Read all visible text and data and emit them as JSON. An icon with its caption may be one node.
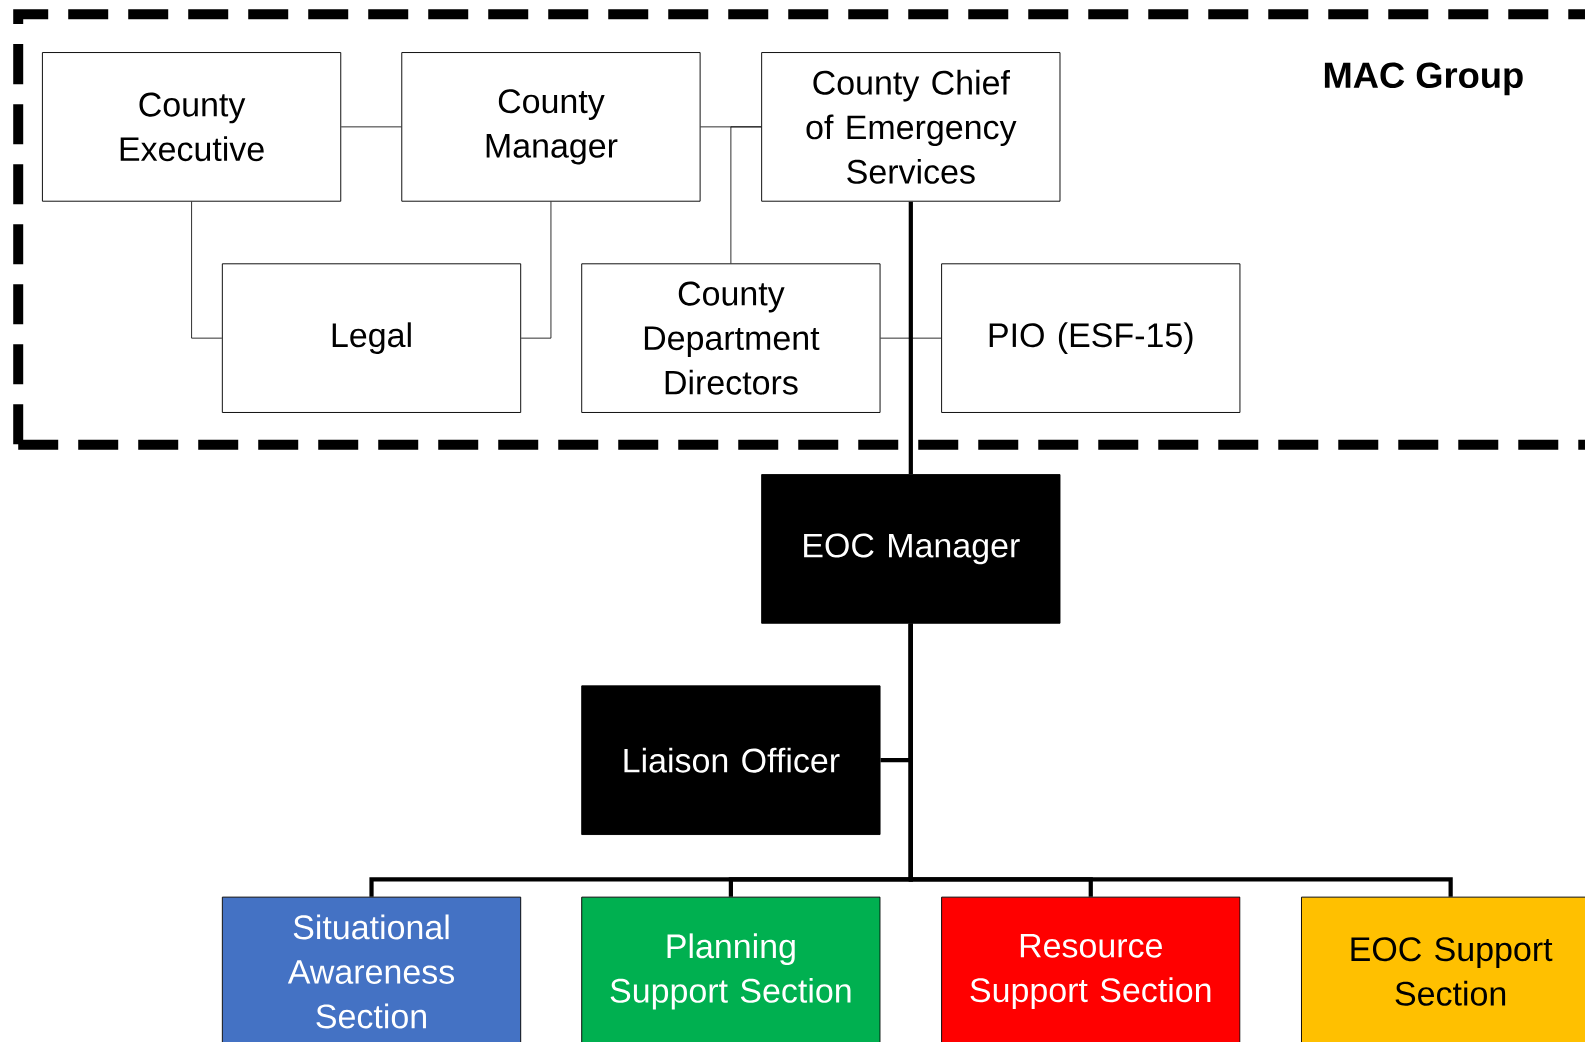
{
  "diagram": {
    "nodes": [
      {
        "text": [
          "MAC Group"
        ]
      },
      {
        "text": [
          "County Executive"
        ],
        "in": 0
      },
      {
        "text": [
          "County Manager"
        ],
        "in": 0
      },
      {
        "text": [
          "County Chief of Emergency Services"
        ],
        "in": 0
      },
      {
        "text": [
          "Legal"
        ],
        "in": 0
      },
      {
        "text": [
          "County Department Directors"
        ],
        "in": 0
      },
      {
        "text": [
          "PIO (ESF-15)"
        ],
        "in": 0
      },
      {
        "text": [
          "EOC Manager"
        ]
      },
      {
        "text": [
          "Liaison Officer"
        ]
      },
      {
        "text": [
          "Situational Awareness Section"
        ]
      },
      {
        "text": [
          "Planning Support Section"
        ]
      },
      {
        "text": [
          "Resource Support Section"
        ]
      },
      {
        "text": [
          "EOC Support Section"
        ]
      }
    ],
    "edges": [
      {
        "from": 1,
        "to": 2,
        "arrow": "none"
      },
      {
        "from": 2,
        "to": 3,
        "arrow": "none"
      },
      {
        "from": 3,
        "to": 5,
        "arrow": "none"
      },
      {
        "from": 1,
        "to": 4,
        "arrow": "none"
      },
      {
        "from": 2,
        "to": 4,
        "arrow": "none"
      },
      {
        "from": 5,
        "to": 6,
        "arrow": "none"
      },
      {
        "from": 3,
        "to": 7,
        "arrow": "none",
        "style": "thick"
      },
      {
        "from": 7,
        "to": 8,
        "arrow": "none",
        "style": "thick"
      },
      {
        "from": 7,
        "to": 9,
        "arrow": "none",
        "style": "thick"
      },
      {
        "from": 7,
        "to": 10,
        "arrow": "none",
        "style": "thick"
      },
      {
        "from": 7,
        "to": 11,
        "arrow": "none",
        "style": "thick"
      },
      {
        "from": 7,
        "to": 12,
        "arrow": "none",
        "style": "thick"
      }
    ]
  }
}
